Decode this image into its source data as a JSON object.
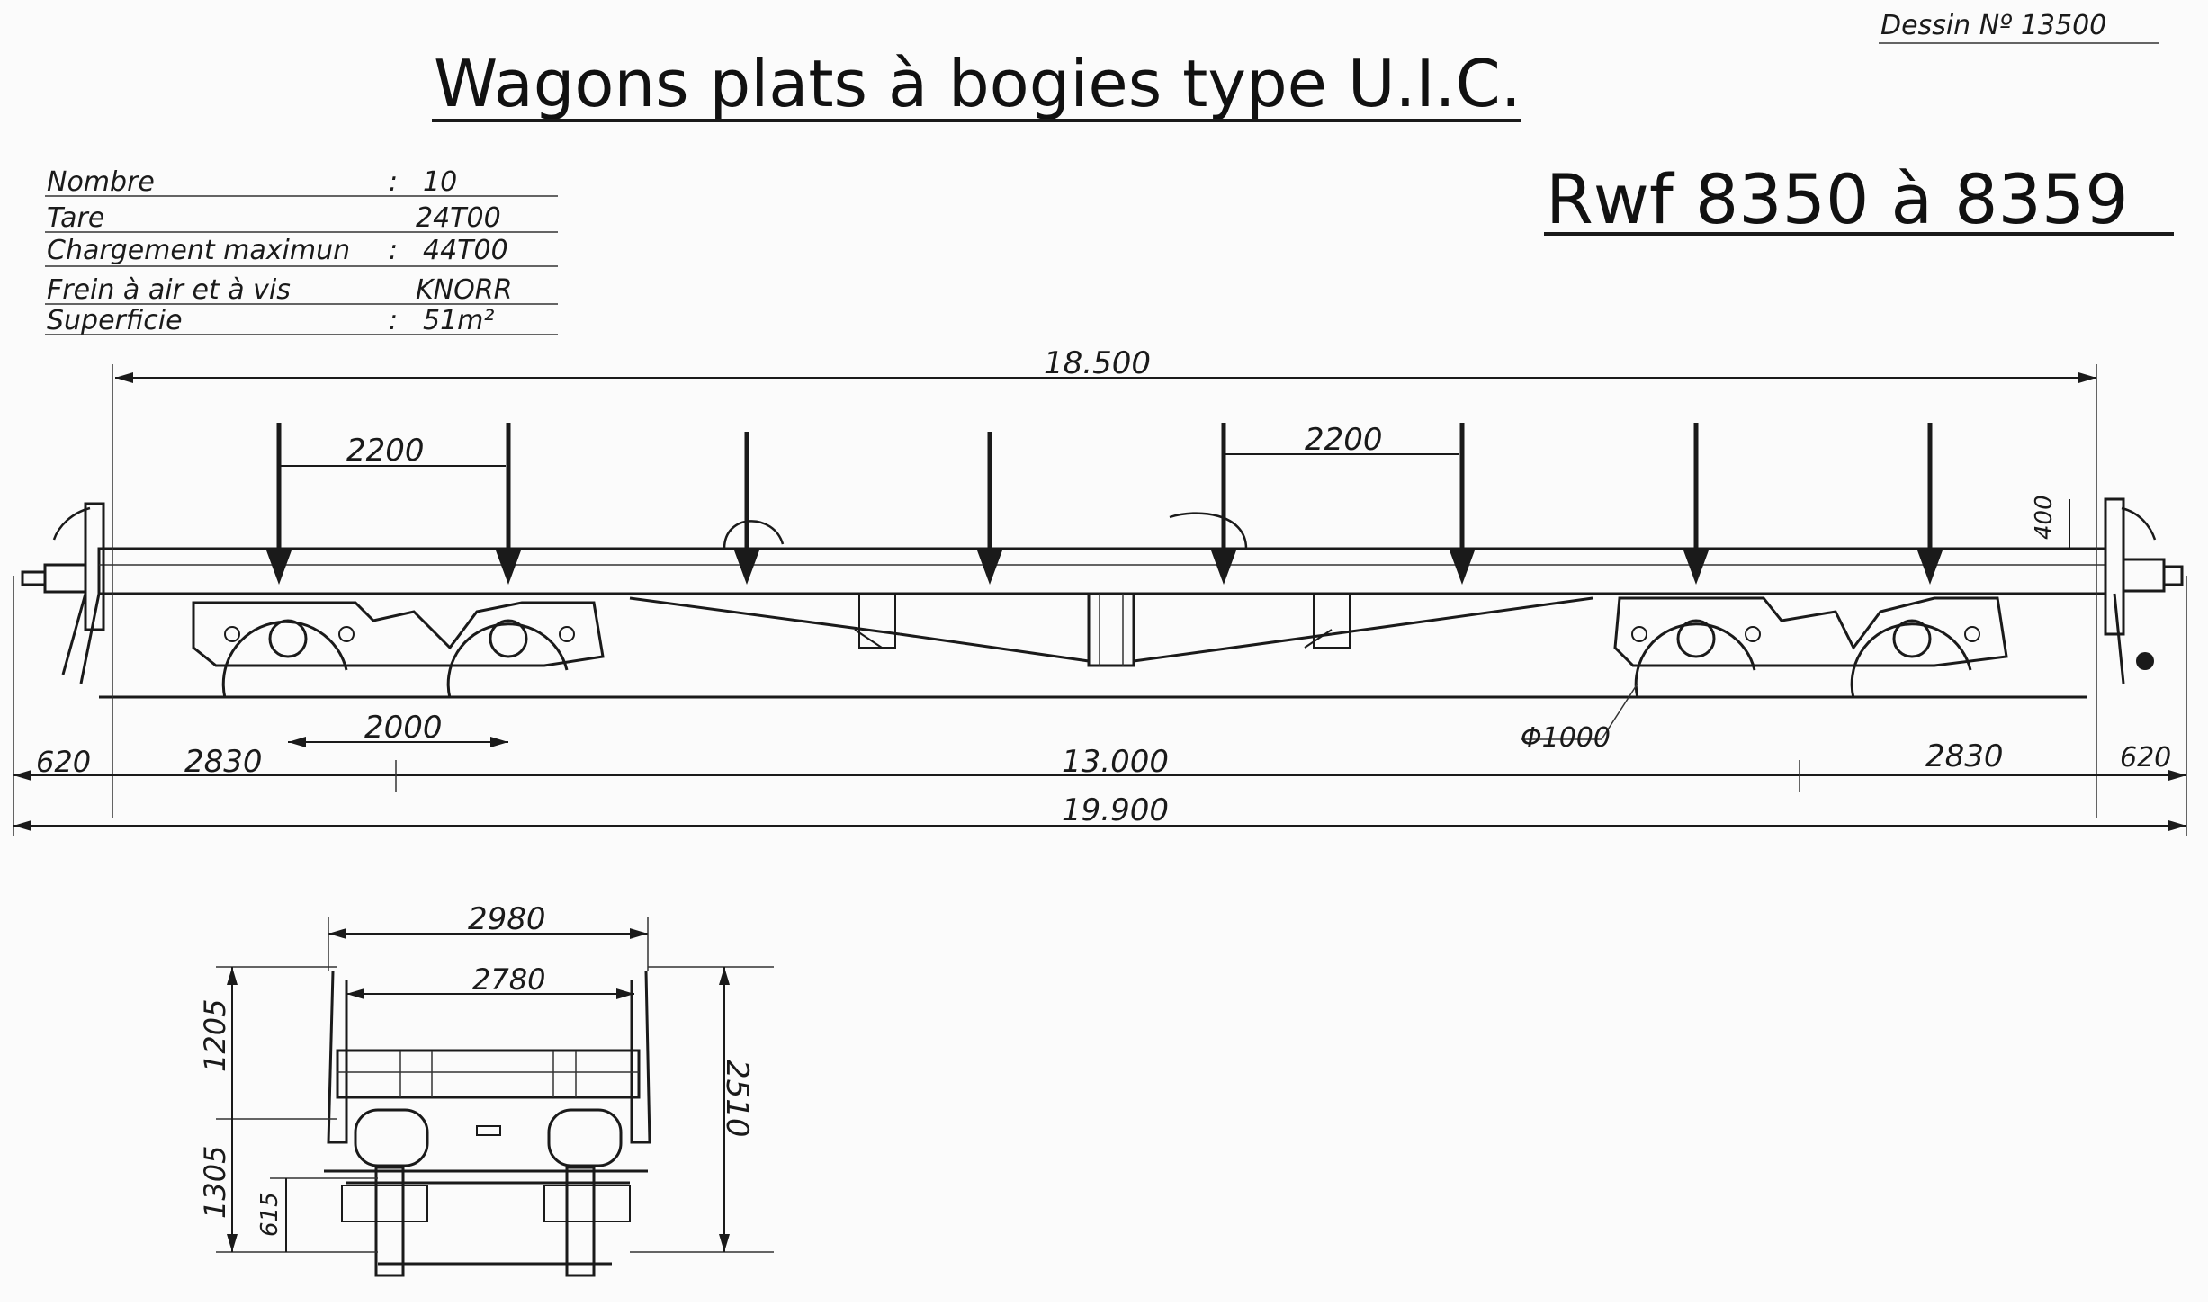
{
  "drawing_number": "Dessin Nº 13500",
  "title": "Wagons plats à bogies type U.I.C.",
  "series_label": "Rwf 8350 à 8359",
  "specs": [
    {
      "label": "Nombre",
      "sep": ":",
      "value": "10"
    },
    {
      "label": "Tare",
      "sep": "",
      "value": "24T00"
    },
    {
      "label": "Chargement maximun",
      "sep": ":",
      "value": "44T00"
    },
    {
      "label": "Frein à air et à vis",
      "sep": "",
      "value": "KNORR"
    },
    {
      "label": "Superficie",
      "sep": ":",
      "value": "51m²"
    }
  ],
  "side_view": {
    "overall_frame": "18.500",
    "stake_spacing_left": "2200",
    "stake_spacing_mid": "2200",
    "stake_height": "400",
    "bogie_wheelbase": "2000",
    "wheel_diameter": "Φ1000",
    "buffer_left": "620",
    "buffer_right": "620",
    "bogie_offset_left": "2830",
    "bogie_offset_right": "2830",
    "bogie_centres": "13.000",
    "length_over_buffers": "19.900"
  },
  "end_view": {
    "overall_width": "2980",
    "inner_width": "2780",
    "upper_height": "1205",
    "lower_height": "1305",
    "floor_height": "615",
    "total_height": "2510"
  }
}
